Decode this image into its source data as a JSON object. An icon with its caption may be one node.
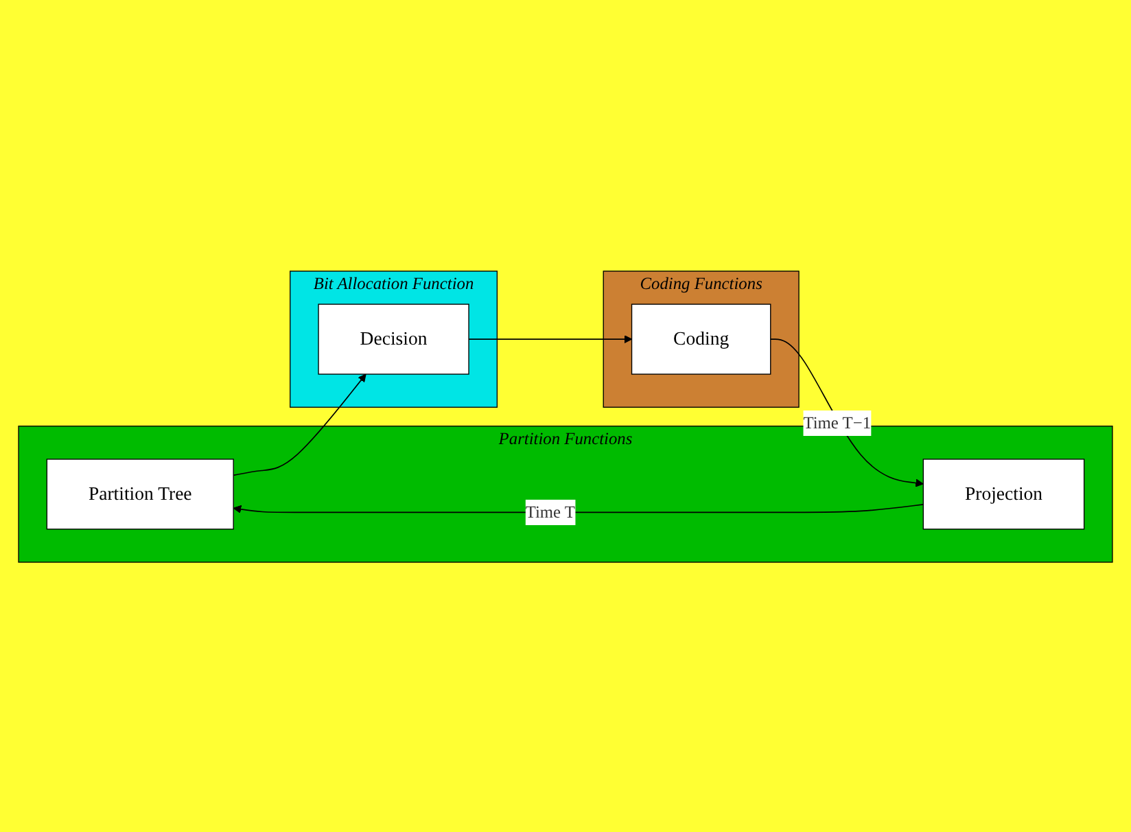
{
  "diagram": {
    "nodes": [
      {
        "text": [
          "Partition Functions"
        ]
      },
      {
        "text": [
          "Partition Tree"
        ],
        "in": 0
      },
      {
        "text": [
          "Projection"
        ],
        "in": 0
      },
      {
        "text": [
          "Bit Allocation Function"
        ]
      },
      {
        "text": [
          "Decision"
        ],
        "in": 3
      },
      {
        "text": [
          "Coding Functions"
        ]
      },
      {
        "text": [
          "Coding"
        ],
        "in": 5
      }
    ],
    "edges": [
      {
        "from": 2,
        "to": 1,
        "arrow": "to",
        "label": "Time T"
      },
      {
        "from": 1,
        "to": 4,
        "arrow": "to"
      },
      {
        "from": 4,
        "to": 6,
        "arrow": "to"
      },
      {
        "from": 6,
        "to": 2,
        "arrow": "to",
        "label": "Time T−1"
      }
    ]
  }
}
